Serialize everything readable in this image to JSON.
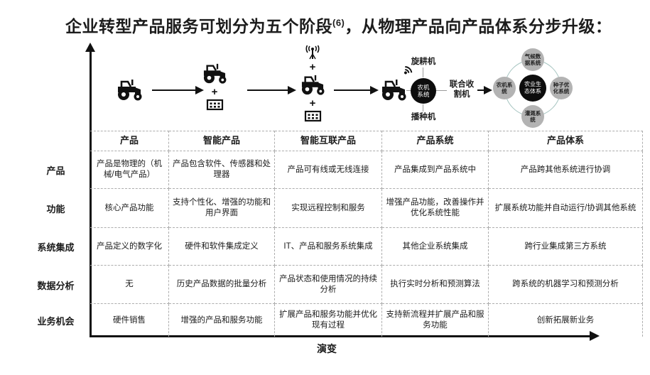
{
  "title": {
    "pre": "企业转型产品服务可划分为五个阶段",
    "sup": "(6)",
    "post": "，从物理产品向产品体系分步升级："
  },
  "diagram": {
    "plus": "+",
    "stage4": {
      "center": "农机系统",
      "top": "旋耕机",
      "right": "联合收割机",
      "bottom": "播种机"
    },
    "stage5": {
      "center": "农业生态体系",
      "top": "气候数据系统",
      "left": "农机系统",
      "right": "种子优化系统",
      "bottom": "灌溉系统"
    }
  },
  "table": {
    "headers": [
      "产品",
      "智能产品",
      "智能互联产品",
      "产品系统",
      "产品体系"
    ],
    "row_labels": [
      "产品",
      "功能",
      "系统集成",
      "数据分析",
      "业务机会"
    ],
    "rows": [
      [
        "产品是物理的（机械/电气产品）",
        "产品包含软件、传感器和处理器",
        "产品可有线或无线连接",
        "产品集成到产品系统中",
        "产品跨其他系统进行协调"
      ],
      [
        "核心产品功能",
        "支持个性化、增强的功能和用户界面",
        "实现远程控制和服务",
        "增强产品功能，改善操作并优化系统性能",
        "扩展系统功能并自动运行/协调其他系统"
      ],
      [
        "产品定义的数字化",
        "硬件和软件集成定义",
        "IT、产品和服务系统集成",
        "其他企业系统集成",
        "跨行业集成第三方系统"
      ],
      [
        "无",
        "历史产品数据的批量分析",
        "产品状态和使用情况的持续分析",
        "执行实时分析和预测算法",
        "跨系统的机器学习和预测分析"
      ],
      [
        "硬件销售",
        "增强的产品和服务功能",
        "扩展产品和服务功能并优化现有过程",
        "支持新流程并扩展产品和服务功能",
        "创新拓展新业务"
      ]
    ]
  },
  "axis": {
    "x_label": "演变"
  },
  "colors": {
    "ink": "#111111",
    "gray_circle": "#b3b3b3",
    "ring": "#a5c4c0",
    "dash": "#adadad"
  }
}
